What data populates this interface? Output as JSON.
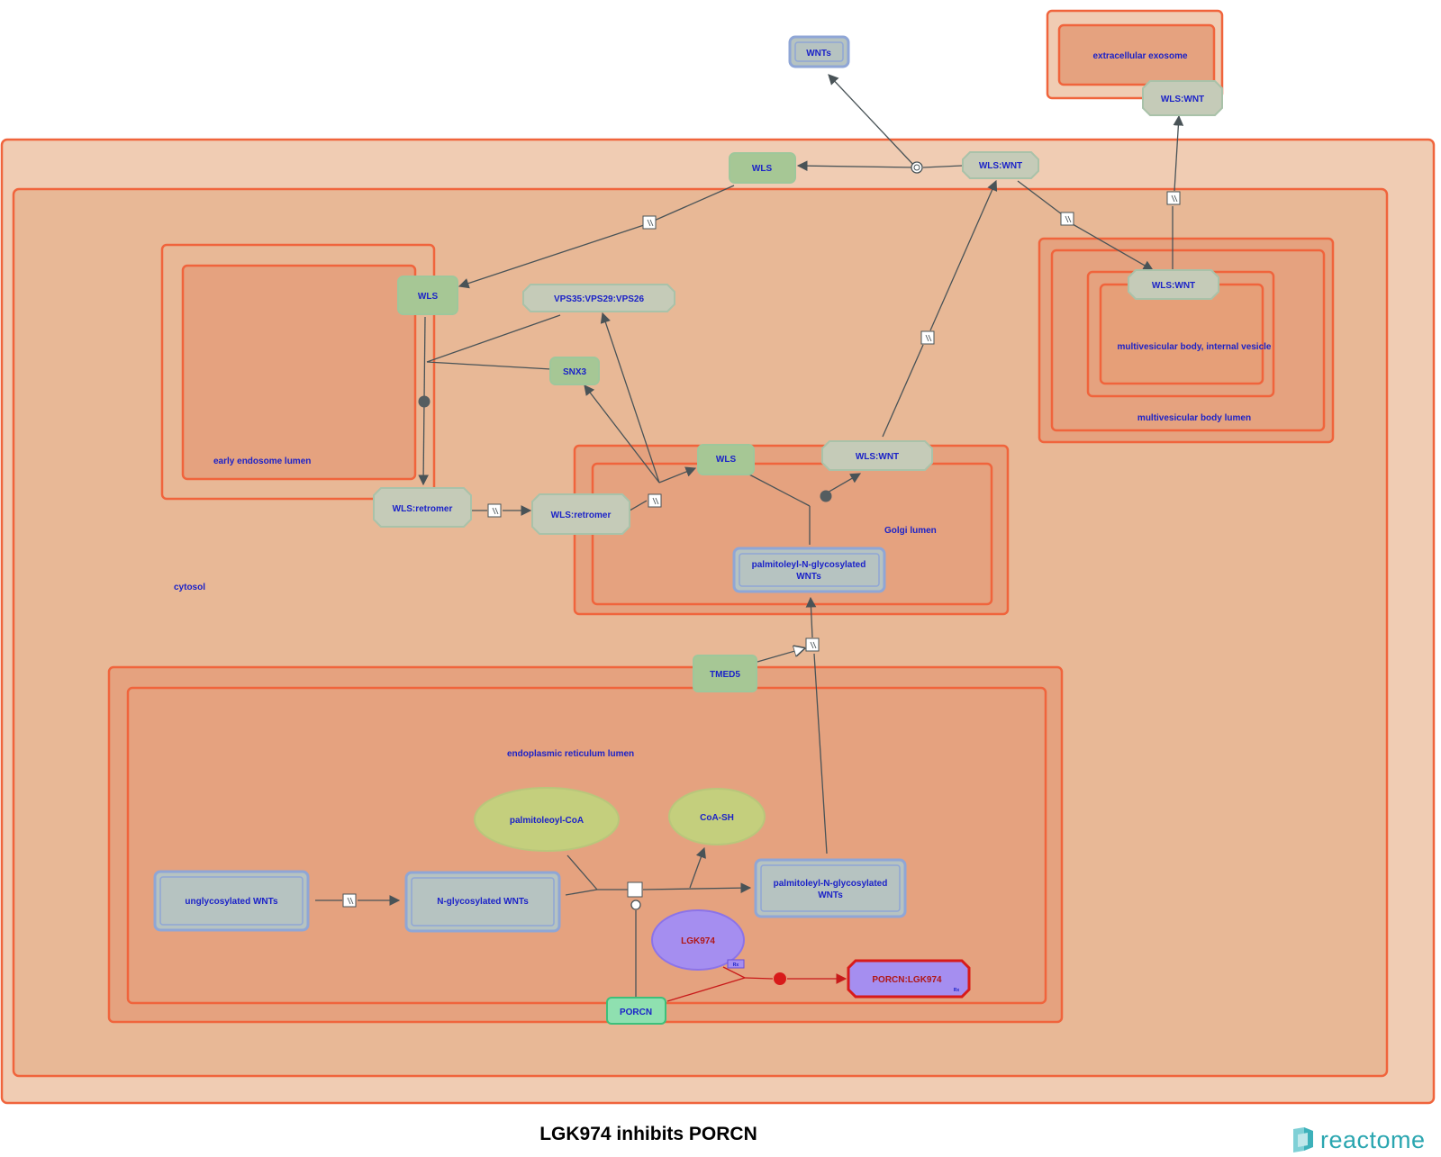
{
  "title": "LGK974 inhibits PORCN",
  "brand": {
    "name": "reactome"
  },
  "colors": {
    "compartment_fill": "#e5a27f",
    "compartment_outer_fill": "#f0ccb3",
    "compartment_border": "#f0643c",
    "protein_fill": "#a6c795",
    "complex_fill": "#c5cbb8",
    "set_fill": "#b6c3c1",
    "set_border": "#8fa6d6",
    "small_molecule_fill": "#c4cf7d",
    "drug_fill": "#a58ef0",
    "drug_complex_border": "#d81a1a",
    "arrow": "#495357",
    "inhibition": "#c81a1a",
    "label_text": "#1b22c8"
  },
  "compartments": {
    "cytosol": "cytosol",
    "early_endosome": "early endosome lumen",
    "golgi": "Golgi lumen",
    "er": "endoplasmic reticulum lumen",
    "mvb_lumen": "multivesicular body lumen",
    "mvb_vesicle": "multivesicular body, internal vesicle",
    "exosome": "extracellular exosome"
  },
  "nodes": {
    "wnts_ext": "WNTs",
    "wls_wnt_exosome": "WLS:WNT",
    "wls_top": "WLS",
    "wls_wnt_top": "WLS:WNT",
    "wls_wnt_mvb": "WLS:WNT",
    "wls_endosome": "WLS",
    "vps": "VPS35:VPS29:VPS26",
    "snx3": "SNX3",
    "wls_retromer_1": "WLS:retromer",
    "wls_retromer_2": "WLS:retromer",
    "wls_golgi": "WLS",
    "wls_wnt_golgi": "WLS:WNT",
    "palm_golgi_line1": "palmitoleyl-N-glycosylated",
    "palm_golgi_line2": "WNTs",
    "tmed5": "TMED5",
    "palmitoleoyl_coa": "palmitoleoyl-CoA",
    "coa_sh": "CoA-SH",
    "unglyco": "unglycosylated WNTs",
    "nglyco": "N-glycosylated WNTs",
    "palm_er_line1": "palmitoleyl-N-glycosylated",
    "palm_er_line2": "WNTs",
    "lgk974": "LGK974",
    "porcn_lgk974": "PORCN:LGK974",
    "porcn": "PORCN",
    "drug_tag": "Rx"
  }
}
